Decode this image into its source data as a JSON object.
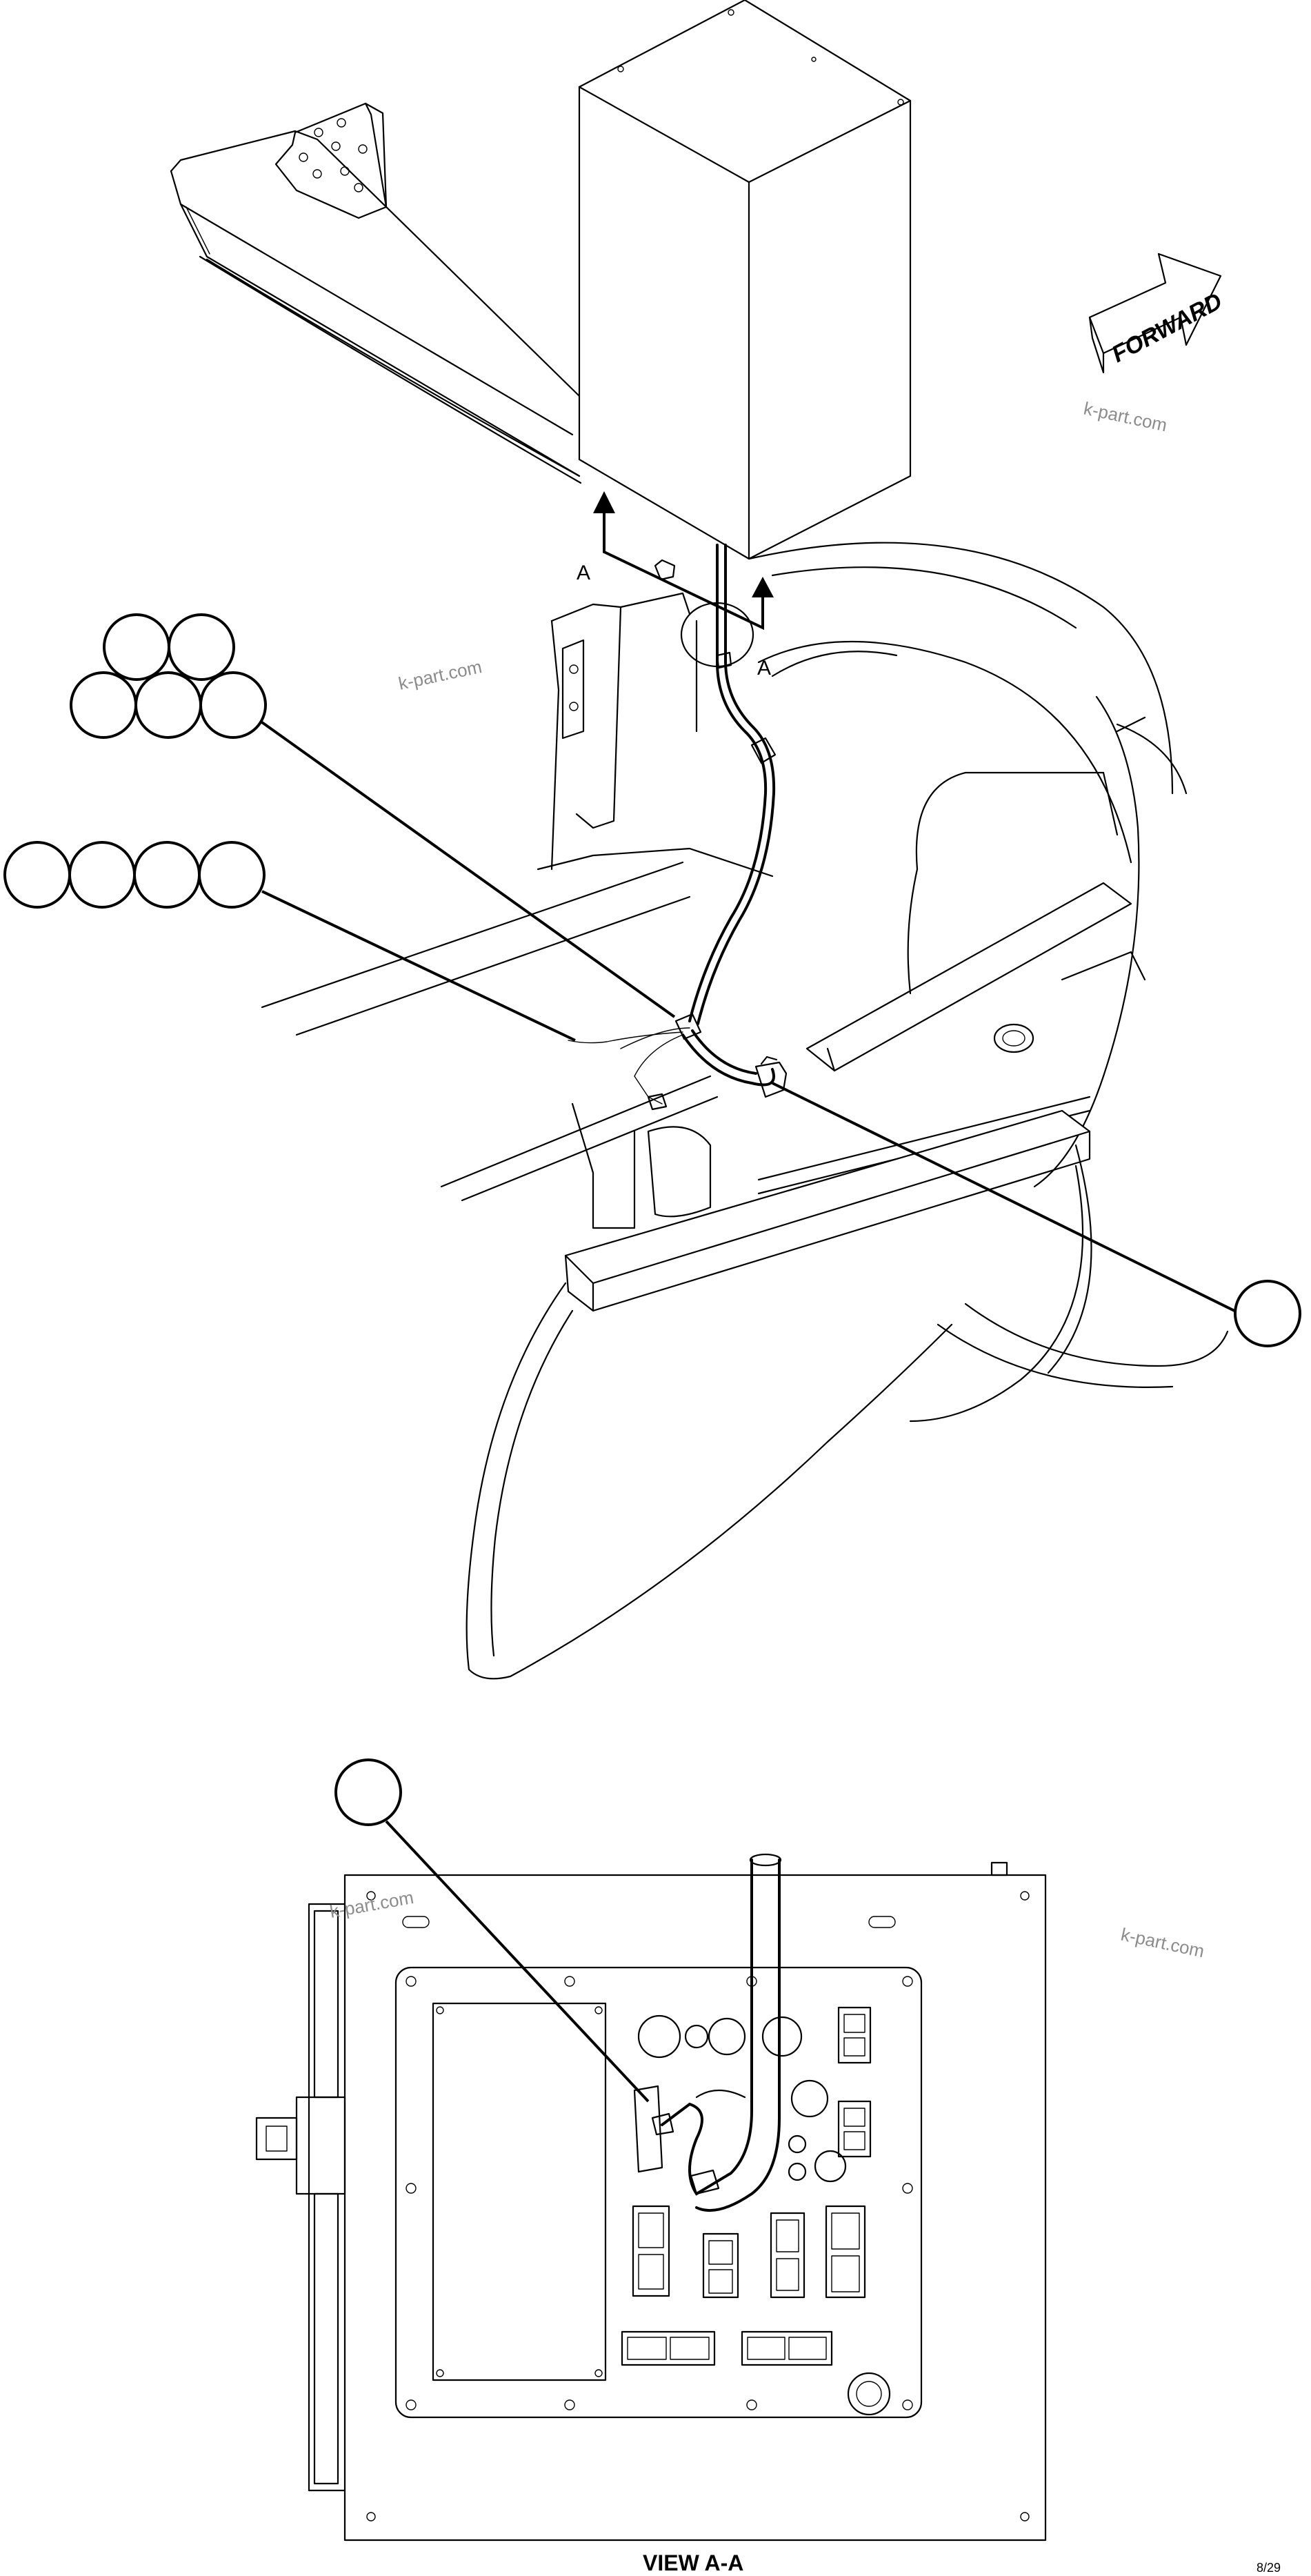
{
  "direction_arrow": {
    "label": "FORWARD",
    "icon": "forward-arrow-icon"
  },
  "section_marker": {
    "left": "A",
    "right": "A"
  },
  "watermarks": [
    "k-part.com",
    "k-part.com",
    "k-part.com",
    "k-part.com"
  ],
  "view_label": "VIEW A-A",
  "sheet_number": "8/29",
  "callouts": {
    "top_group_count": 5,
    "mid_group_count": 4,
    "single_right_count": 1,
    "view_aa_count": 1
  },
  "colors": {
    "line": "#000000",
    "background": "#ffffff",
    "watermark": "#8c8c8c"
  }
}
